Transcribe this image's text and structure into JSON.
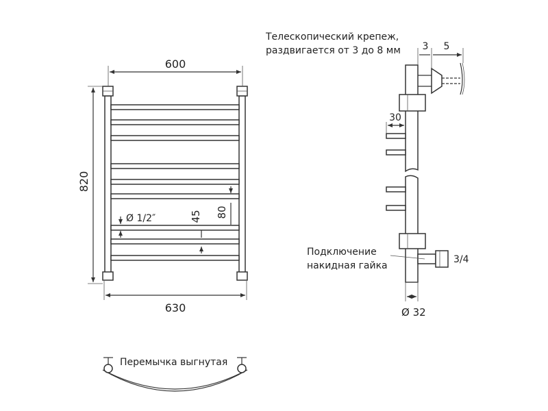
{
  "front_view": {
    "width_top": "600",
    "width_bottom": "630",
    "height": "820",
    "pipe_diameter": "Ø 1/2″",
    "rung_gap_small": "45",
    "rung_gap_large": "80"
  },
  "side_view": {
    "mount_note_line1": "Телескопический крепеж,",
    "mount_note_line2": "раздвигается от 3 до 8 мм",
    "dim_3": "3",
    "dim_5": "5",
    "dim_30": "30",
    "connection_line1": "Подключение",
    "connection_line2": "накидная гайка",
    "thread": "3/4",
    "tube_diameter": "Ø 32"
  },
  "jumper": {
    "label": "Перемычка выгнутая"
  }
}
